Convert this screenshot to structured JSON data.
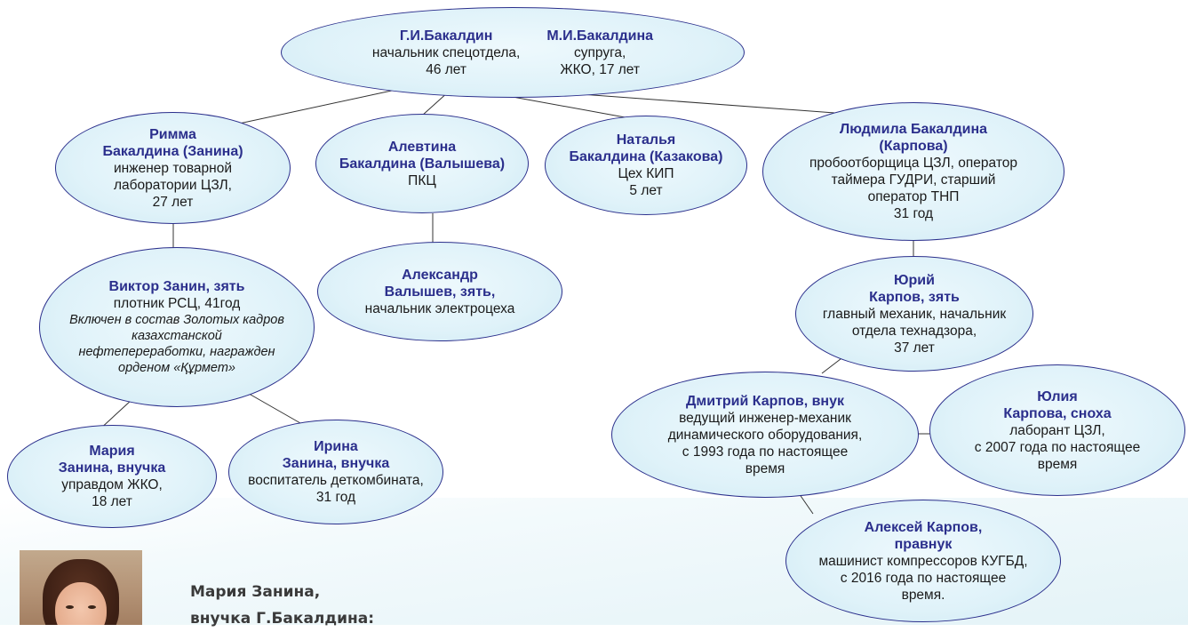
{
  "root": {
    "husband": {
      "name": "Г.И.Бакалдин",
      "lines": [
        "начальник спецотдела,",
        "46 лет"
      ]
    },
    "wife": {
      "name": "М.И.Бакалдина",
      "lines": [
        "супруга,",
        "ЖКО, 17 лет"
      ]
    }
  },
  "people": {
    "rimma": {
      "name": [
        "Римма",
        "Бакалдина (Занина)"
      ],
      "lines": [
        "инженер товарной",
        "лаборатории ЦЗЛ,",
        "27 лет"
      ]
    },
    "alevtina": {
      "name": [
        "Алевтина",
        "Бакалдина (Валышева)"
      ],
      "lines": [
        "ПКЦ"
      ]
    },
    "natalya": {
      "name": [
        "Наталья",
        "Бакалдина (Казакова)"
      ],
      "lines": [
        "Цех КИП",
        "5 лет"
      ]
    },
    "lyudmila": {
      "name": [
        "Людмила Бакалдина",
        "(Карпова)"
      ],
      "lines": [
        "пробоотборщица ЦЗЛ, оператор",
        "таймера ГУДРИ, старший",
        "оператор ТНП",
        "31 год"
      ]
    },
    "viktor": {
      "name": [
        "Виктор Занин, зять"
      ],
      "lines": [
        "плотник  РСЦ, 41год"
      ],
      "italic": [
        "Включен в состав Золотых кадров",
        "казахстанской",
        "нефтепереработки, награжден",
        "орденом «Құрмет»"
      ]
    },
    "aleksandr": {
      "name": [
        "Александр",
        "Валышев, зять,"
      ],
      "lines": [
        "начальник электроцеха"
      ]
    },
    "yuriy": {
      "name": [
        "Юрий",
        "Карпов, зять"
      ],
      "lines": [
        "главный механик, начальник",
        "отдела технадзора,",
        "37 лет"
      ]
    },
    "mariya": {
      "name": [
        "Мария",
        "Занина, внучка"
      ],
      "lines": [
        "управдом ЖКО,",
        "18 лет"
      ]
    },
    "irina": {
      "name": [
        "Ирина",
        "Занина, внучка"
      ],
      "lines": [
        "воспитатель деткомбината,",
        "31 год"
      ]
    },
    "dmitriy": {
      "name": [
        "Дмитрий Карпов, внук"
      ],
      "lines": [
        "ведущий инженер-механик",
        "динамического оборудования,",
        "с 1993 года по настоящее",
        "время"
      ]
    },
    "yuliya": {
      "name": [
        "Юлия",
        "Карпова, сноха"
      ],
      "lines": [
        "лаборант ЦЗЛ,",
        "с 2007 года по настоящее",
        "время"
      ]
    },
    "aleksey": {
      "name": [
        "Алексей  Карпов,",
        "правнук"
      ],
      "lines": [
        "машинист компрессоров КУГБД,",
        "с 2016 года по настоящее",
        "время."
      ]
    }
  },
  "caption": {
    "line1": "Мария Занина,",
    "line2": "внучка Г.Бакалдина:"
  },
  "colors": {
    "name_text": "#2b2f8c",
    "node_fill": "#dff2f9",
    "node_border": "#2b2f8c",
    "link": "#333333"
  }
}
